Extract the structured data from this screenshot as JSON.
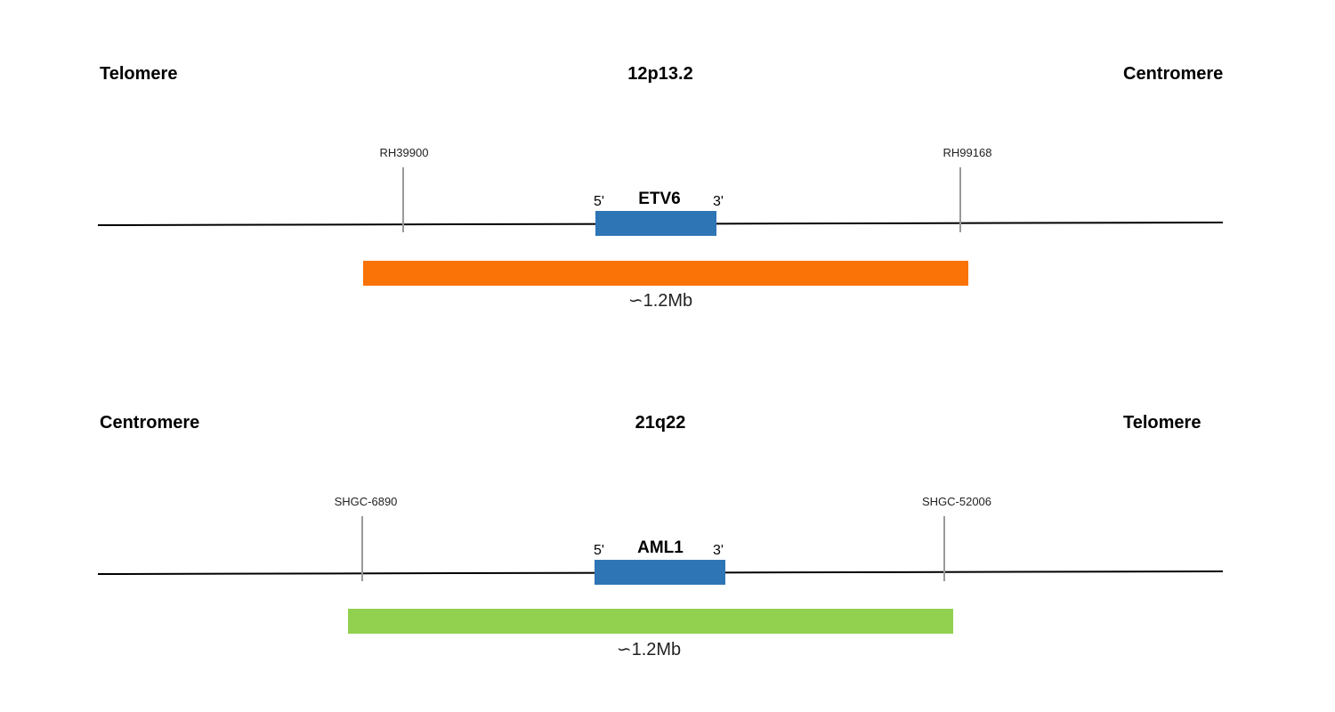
{
  "panels": [
    {
      "left_end": "Telomere",
      "region": "12p13.2",
      "right_end": "Centromere",
      "markers": [
        "RH39900",
        "RH99168"
      ],
      "gene": {
        "name": "ETV6",
        "five_prime": "5'",
        "three_prime": "3'",
        "color": "#2e75b6"
      },
      "probe": {
        "color": "#f97306",
        "size_label": "∽1.2Mb"
      }
    },
    {
      "left_end": "Centromere",
      "region": "21q22",
      "right_end": "Telomere",
      "markers": [
        "SHGC-6890",
        "SHGC-52006"
      ],
      "gene": {
        "name": "AML1",
        "five_prime": "5'",
        "three_prime": "3'",
        "color": "#2e75b6"
      },
      "probe": {
        "color": "#92d050",
        "size_label": "∽1.2Mb"
      }
    }
  ]
}
